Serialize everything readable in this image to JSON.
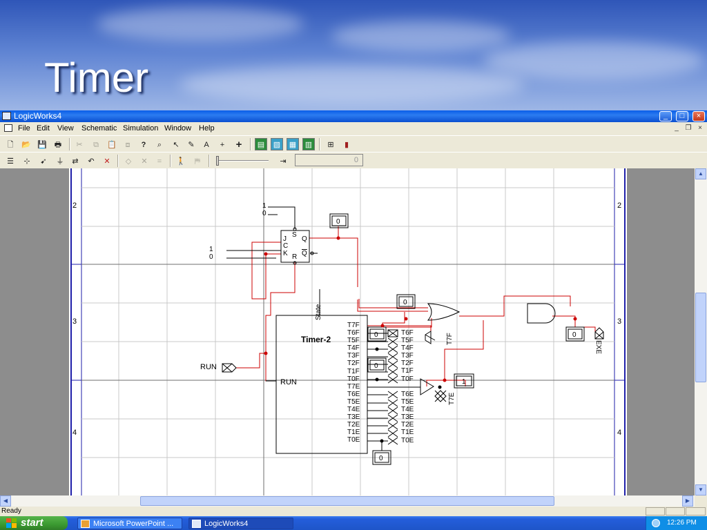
{
  "slide": {
    "title": "Timer"
  },
  "window": {
    "title": "LogicWorks4",
    "controls": {
      "minimize": "_",
      "maximize": "□",
      "close": "×"
    }
  },
  "menu": {
    "items": [
      "File",
      "Edit",
      "View",
      "Schematic",
      "Simulation",
      "Window",
      "Help"
    ],
    "mdi_minimize": "_",
    "mdi_restore": "❐",
    "mdi_close": "×"
  },
  "toolbar2": {
    "value": "0"
  },
  "schematic": {
    "grid_labels": {
      "row2": "2",
      "row3": "3",
      "row4": "4"
    },
    "device_name": "Timer-2",
    "state_label": "State",
    "run_input_label": "RUN",
    "run_pin_label": "RUN",
    "output_pins": [
      "T7F",
      "T6F",
      "T5F",
      "T4F",
      "T3F",
      "T2F",
      "T1F",
      "T0F",
      "T7E",
      "T6E",
      "T5E",
      "T4E",
      "T3E",
      "T2E",
      "T1E",
      "T0E"
    ],
    "right_labels_f": [
      "T6F",
      "T5F",
      "T4F",
      "T3F",
      "T2F",
      "T1F",
      "T0F"
    ],
    "right_labels_e": [
      "T6E",
      "T5E",
      "T4E",
      "T3E",
      "T2E",
      "T1E",
      "T0E"
    ],
    "t7f_label": "T7F",
    "t7e_label": "T7E",
    "exe_label": "EXE",
    "ff_pins": {
      "j": "J",
      "c": "C",
      "k": "K",
      "s": "S",
      "r": "R",
      "q": "Q",
      "qbar": "Q"
    },
    "ff_input_values": {
      "s1": "1",
      "s2": "0",
      "j1": "1",
      "j2": "0"
    },
    "probes": {
      "ff_q": "0",
      "or_in": "0",
      "t6f": "0",
      "t2f": "0",
      "t7e": "1",
      "and_out": "0",
      "t0e": "0"
    }
  },
  "status": {
    "text": "Ready"
  },
  "taskbar": {
    "start_label": "start",
    "tasks": [
      "Microsoft PowerPoint ...",
      "LogicWorks4"
    ],
    "clock": "12:26 PM"
  },
  "colors": {
    "wire_active": "#cc0000",
    "grid": "#7a7a7a",
    "border_blue": "#1d1da8"
  }
}
